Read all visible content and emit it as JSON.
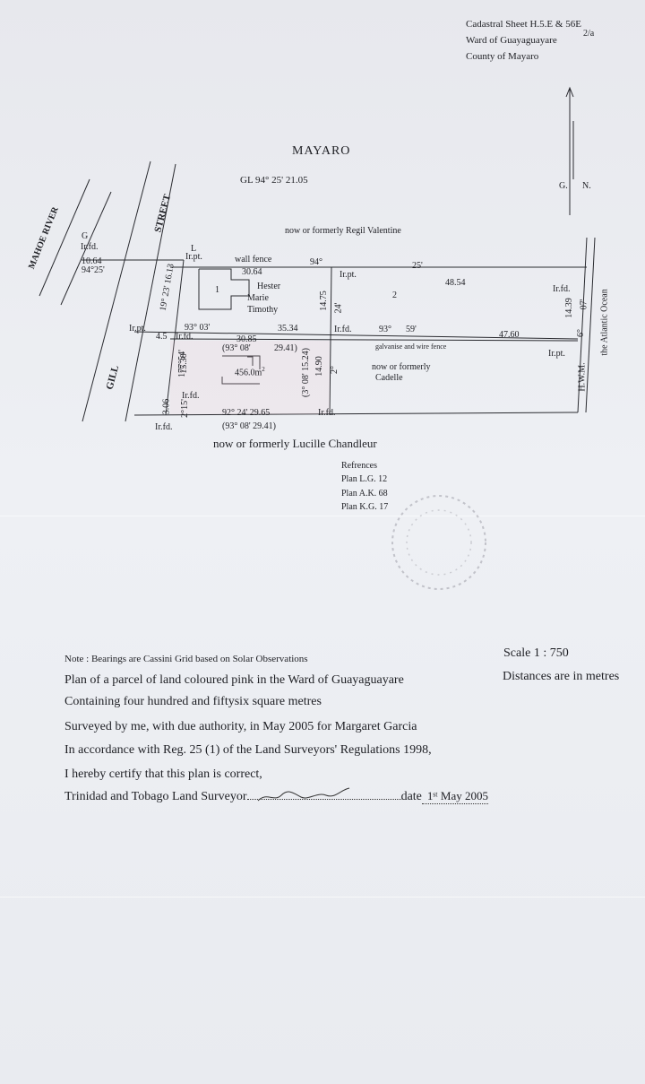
{
  "header": {
    "sheet": "Cadastral Sheet H.5.E & 56E",
    "sheet_sub": "2/a",
    "ward": "Ward of Guayaguayare",
    "county": "County of Mayaro"
  },
  "plan": {
    "mayaro": "MAYARO",
    "gl": "GL 94°  25'  21.05",
    "north_g": "G.",
    "north_n": "N.",
    "mahoe_river": "MAHOE     RIVER",
    "street": "STREET",
    "gill": "GILL",
    "g_label": "G",
    "irfd_1": "Ir.fd.",
    "dist_1064": "10.64",
    "bearing_9425": "94°25'",
    "l_label": "L",
    "irpt_1": "Ir.pt.",
    "wall_fence": "wall fence",
    "b_94": "94°",
    "b_25": "25'",
    "neighbor_top": "now or formerly Regil Valentine",
    "d_3064": "30.64",
    "irpt_2": "Ir.pt.",
    "d_4854": "48.54",
    "irfd_2": "Ir.fd.",
    "owner_1": "Hester",
    "owner_2": "Marie",
    "owner_3": "Timothy",
    "lot_1": "1",
    "lot_2": "2",
    "vert_1613": "19° 23'  16.13",
    "vert_1475": "14.75",
    "vert_24": "24'",
    "vert_1439": "14.39",
    "vert_07": "07'",
    "vert_6": "6°",
    "atlantic": "the Atlantic Ocean",
    "hwm": "H.W.M.",
    "irpt_3": "Ir.pt.",
    "b_9303": "93°  03'",
    "d_3534": "35.34",
    "irfd_3": "Ir.fd.",
    "b_9359a": "93°",
    "b_9359b": "59'",
    "d_4760": "47.60",
    "d_45": "4.5",
    "irfd_4": "Ir.fd.",
    "d_3085": "30.85",
    "b_9308a": "(93° 08'",
    "d_2941a": "29.41)",
    "galv_fence": "galvanise and wire fence",
    "irpt_4": "Ir.pt.",
    "vert_17754": "177°54'",
    "vert_1530": "15.30",
    "area": "456.0m",
    "area_sup": "2",
    "vert_1524": "(3° 08'  15.24)",
    "vert_1490": "14.90",
    "b_2": "2°",
    "neighbor_right_1": "now  or  formerly",
    "neighbor_right_2": "Cadelle",
    "irfd_5": "Ir.fd.",
    "vert_306": "3.06",
    "vert_215": "2°15'",
    "b_9224": "92° 24'    29.65",
    "irfd_6": "Ir.fd.",
    "b_9308b": "(93° 08'    29.41)",
    "irfd_7": "Ir.fd.",
    "neighbor_bottom": "now or formerly Lucille Chandleur",
    "refs_title": "Refrences",
    "refs": [
      "Plan L.G. 12",
      "Plan A.K. 68",
      "Plan K.G. 17"
    ]
  },
  "notes": {
    "note": "Note : Bearings are Cassini Grid based on Solar Observations",
    "scale": "Scale 1 : 750",
    "distances": "Distances are in metres",
    "line1": "Plan of a parcel of land coloured pink in the Ward of Guayaguayare",
    "line2": "Containing four hundred and fiftysix  square metres",
    "line3": "Surveyed by me, with due authority, in May  2005 for  Margaret Garcia",
    "line4": "In accordance with Reg. 25 (1) of the Land Surveyors' Regulations 1998,",
    "line5": "I hereby certify that this plan is correct,",
    "line6": "Trinidad and Tobago Land Surveyor",
    "date_label": "date",
    "date_value": "1ˢᵗ May 2005"
  }
}
